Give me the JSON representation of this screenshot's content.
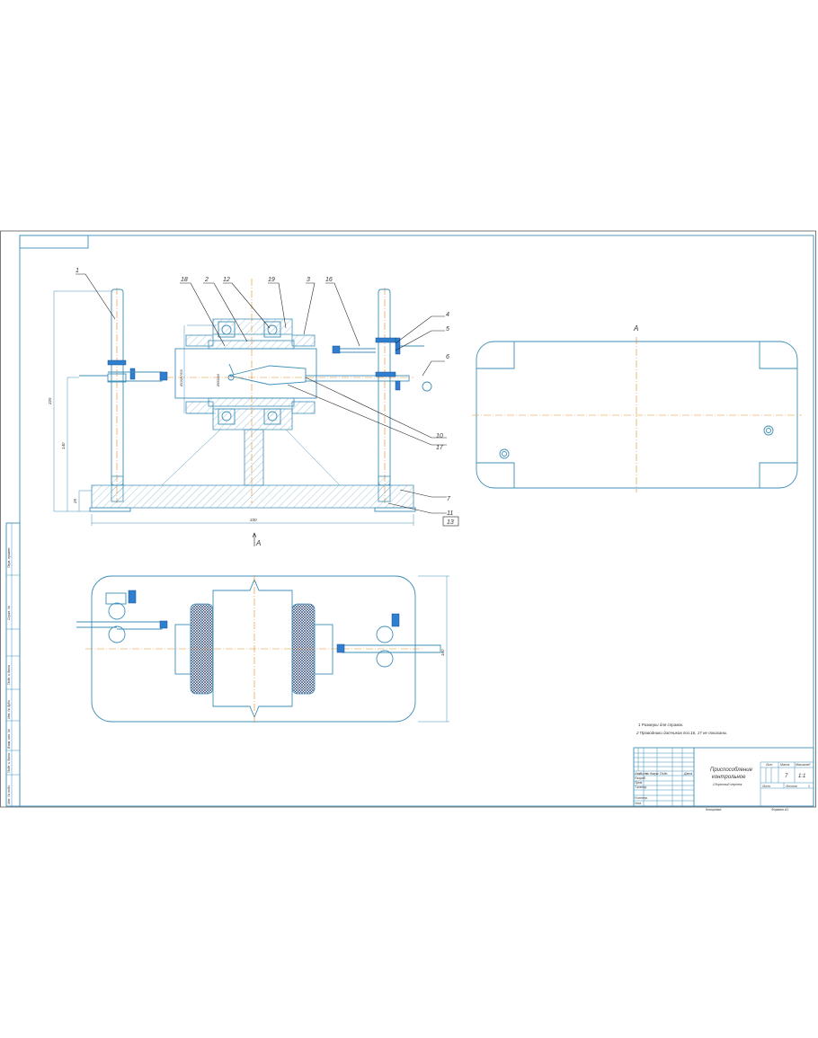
{
  "drawing": {
    "title_lines": [
      "Приспособление",
      "контрольное"
    ],
    "doc_type": "Сборочный чертеж",
    "notes": [
      "1 Размеры для справок.",
      "2 Проводники датчиков поз.16, 17 не показаны."
    ],
    "view_label": "A",
    "view_arrow_label": "A",
    "dimensions": {
      "total_height": "225",
      "axis_height": "140",
      "base_height": "25",
      "base_length": "330",
      "bore_fit": "Ø100H7/f10",
      "shaft_fit": "Ø65D/h6",
      "plan_width": "180"
    },
    "positions": [
      "1",
      "18",
      "2",
      "12",
      "19",
      "3",
      "16",
      "4",
      "5",
      "6",
      "10",
      "17",
      "7",
      "11",
      "13"
    ]
  },
  "title_block": {
    "col_headers": [
      "Изм",
      "Лист",
      "№ докум.",
      "Подп.",
      "Дата"
    ],
    "rows": [
      "Разраб.",
      "Пров.",
      "Т.контр.",
      "Н.контр.",
      "Утв."
    ],
    "lit_label": "Лит.",
    "mass_label": "Масса",
    "scale_label": "Масштаб",
    "mass": "7",
    "scale": "1:1",
    "sheet_label": "Лист",
    "sheets_label": "Листов",
    "sheets": "1",
    "copied": "Копировал",
    "format": "Формат  A1"
  },
  "side_strip": [
    "Перв. примен.",
    "Справ. №",
    "Подп. и дата",
    "Инв. № дубл.",
    "Взам. инв. №",
    "Подп. и дата",
    "Инв. № подл."
  ]
}
